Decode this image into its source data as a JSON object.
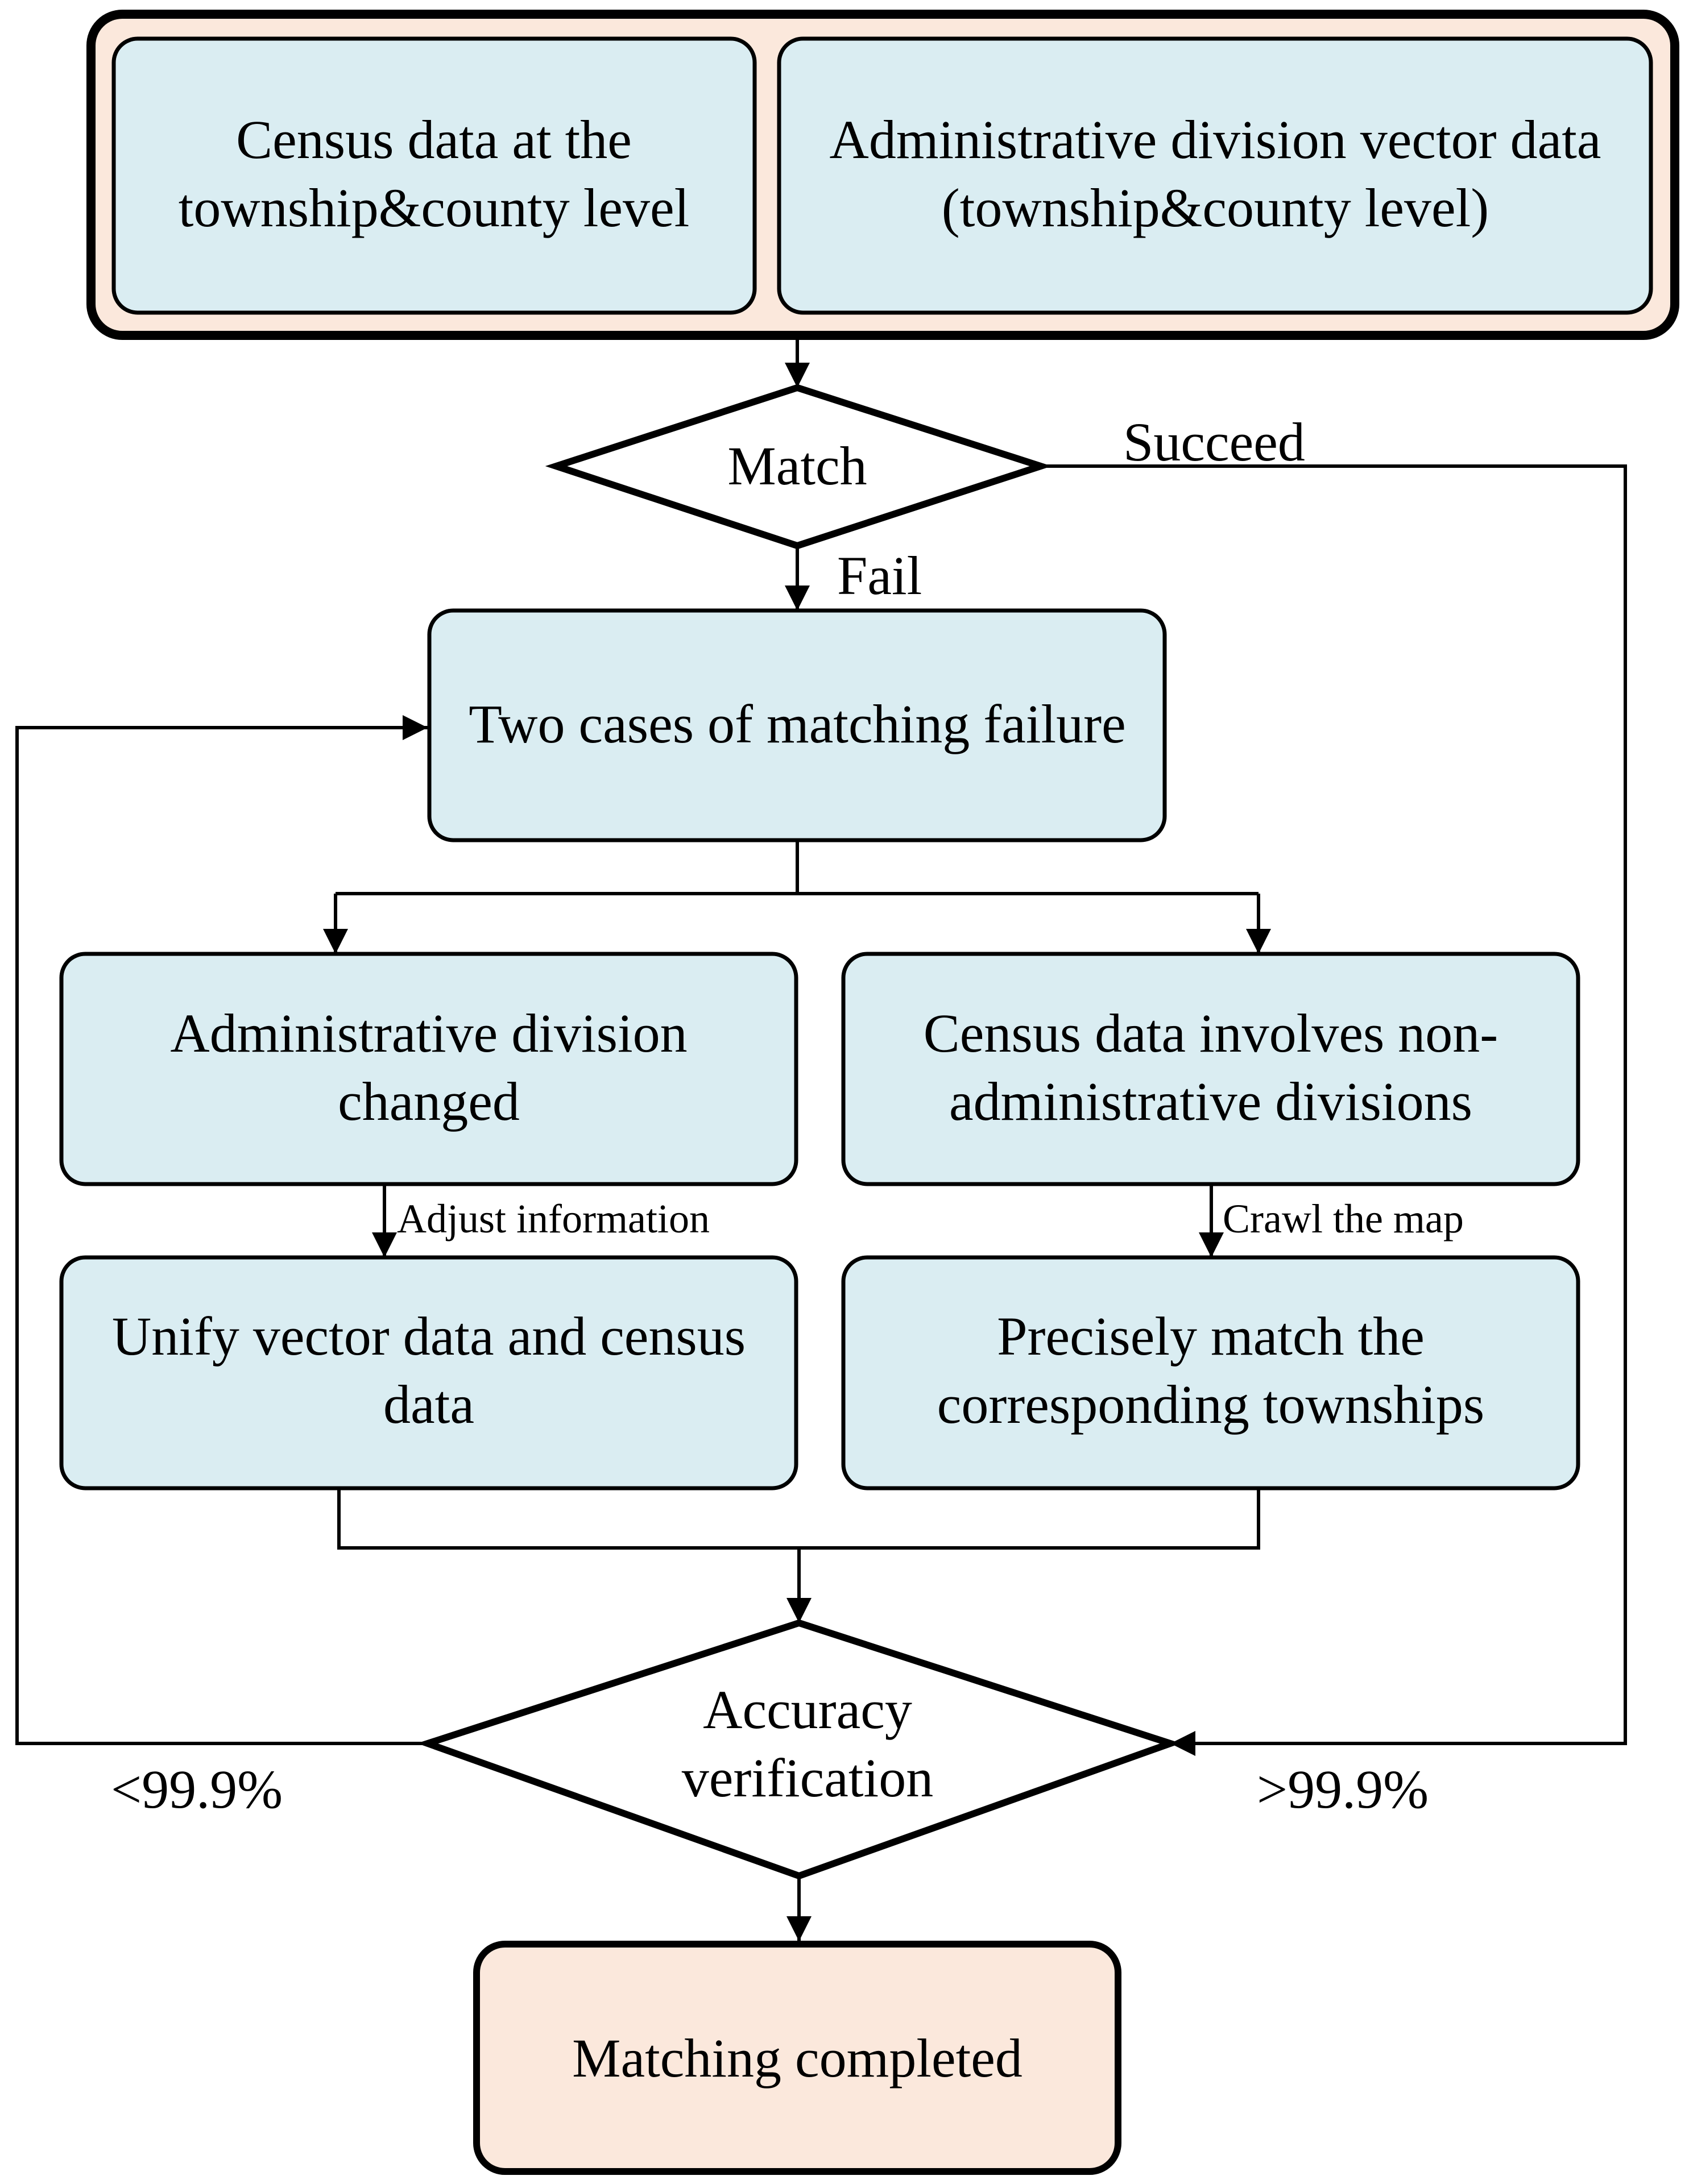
{
  "colors": {
    "input_container_fill": "#fbe8dc",
    "process_fill": "#daedf2",
    "terminal_fill": "#fbe8dc",
    "stroke": "#000000"
  },
  "inputs": {
    "census_data": {
      "line1": "Census data at the",
      "line2": "township&county level"
    },
    "vector_data": {
      "line1": "Administrative division vector data",
      "line2": "(township&county level)"
    }
  },
  "steps": {
    "decision_match": "Match",
    "failure_cases": "Two cases of matching failure",
    "case_admin_changed": {
      "line1": "Administrative division",
      "line2": "changed"
    },
    "case_non_admin": {
      "line1": "Census data involves non-",
      "line2": "administrative divisions"
    },
    "unify_data": {
      "line1": "Unify vector data and census",
      "line2": "data"
    },
    "precise_match": {
      "line1": "Precisely match the",
      "line2": "corresponding townships"
    },
    "decision_accuracy": {
      "line1": "Accuracy",
      "line2": "verification"
    },
    "completed": "Matching completed"
  },
  "edges": {
    "succeed": "Succeed",
    "fail": "Fail",
    "adjust_info": "Adjust information",
    "crawl_map": "Crawl the map",
    "below_threshold": "<99.9%",
    "above_threshold": ">99.9%"
  }
}
